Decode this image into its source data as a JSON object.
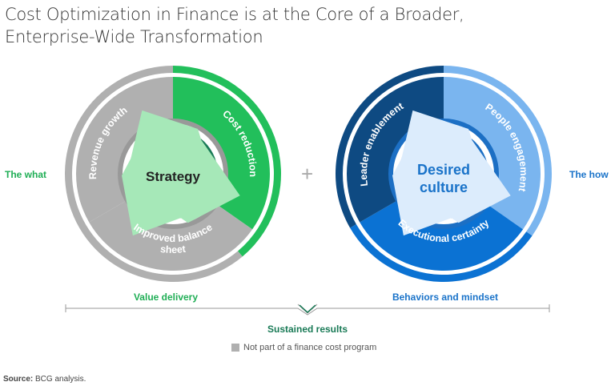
{
  "title": [
    "Cost Optimization in Finance is at the Core of a Broader,",
    "Enterprise-Wide Transformation"
  ],
  "left_circle": {
    "center": "Strategy",
    "segments": [
      "Cost reduction",
      "Improved balance sheet",
      "Revenue growth"
    ],
    "side_label": "The what",
    "bottom_label": "Value delivery"
  },
  "right_circle": {
    "center": [
      "Desired",
      "culture"
    ],
    "segments": [
      "People engagement",
      "Executional certainty",
      "Leader enablement"
    ],
    "side_label": "The how",
    "bottom_label": "Behaviors and mindset"
  },
  "connector": "+",
  "result": "Sustained results",
  "legend": "Not part of a finance cost program",
  "source": {
    "label": "Source:",
    "text": " BCG analysis."
  },
  "colors": {
    "green": "#22bf5b",
    "gray": "#b0b0b0",
    "light_green": "#a6e8b8",
    "dark_green": "#197a56",
    "dark_blue": "#0e4a82",
    "light_blue": "#7ab5ef",
    "mid_blue": "#0b72d3",
    "pale_blue": "#dcecfc",
    "text_green": "#1fae55",
    "text_blue": "#1a73c9"
  }
}
